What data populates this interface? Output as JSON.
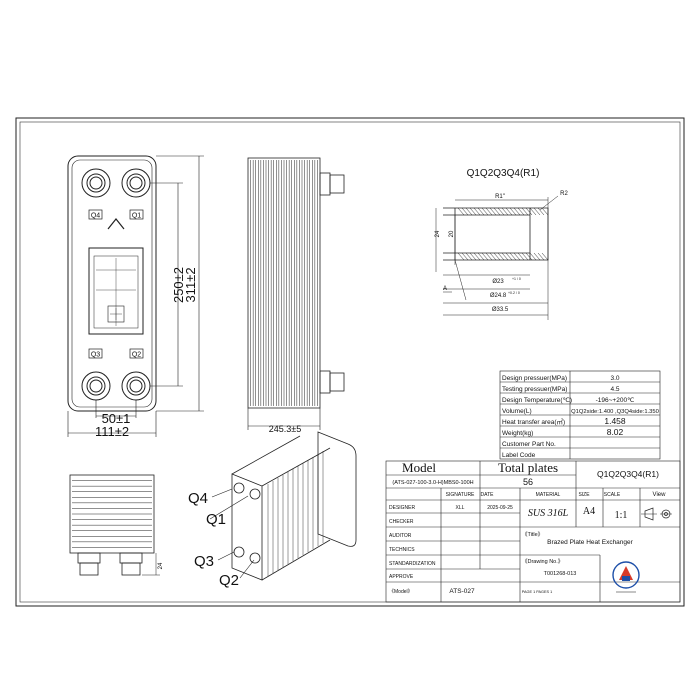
{
  "front_view": {
    "port_labels": [
      "Q4",
      "Q1",
      "Q3",
      "Q2"
    ],
    "dim_height_inner": "250±2",
    "dim_height_outer": "311±2",
    "dim_width_inner": "50±1",
    "dim_width_outer": "111±2"
  },
  "side_view": {
    "dim_length": "245.3±5"
  },
  "bottom_view": {
    "dim_24": "24"
  },
  "iso_view": {
    "labels": [
      "Q4",
      "Q1",
      "Q3",
      "Q2"
    ]
  },
  "detail": {
    "title": "Q1Q2Q3Q4(R1)",
    "r1": "R1\"",
    "r2": "R2",
    "d24": "24",
    "d20": "20",
    "d23": "Ø23",
    "d23_tol": "+1 / 0",
    "d24b": "Ø24.8",
    "d24b_tol": "+0.2 / 0",
    "d33": "Ø33.5",
    "a": "A"
  },
  "spec_table": [
    {
      "label": "Design pressuer(MPa)",
      "value": "3.0"
    },
    {
      "label": "Testing pressuer(MPa)",
      "value": "4.5"
    },
    {
      "label": "Design Temperature(℃)",
      "value": "-196~+200℃"
    },
    {
      "label": "Volume(L)",
      "value": "Q1Q2side:1.400 ,Q3Q4side:1.350"
    },
    {
      "label": "Heat transfer area(㎡)",
      "value": "1.458"
    },
    {
      "label": "Weight(kg)",
      "value": "8.02"
    },
    {
      "label": "Customer Part No.",
      "value": ""
    },
    {
      "label": "Label Code",
      "value": ""
    }
  ],
  "title_block": {
    "model_header": "Model",
    "total_plates_header": "Total plates",
    "model_value": "(ATS-027-100-3.0-H)MBS0-100H",
    "total_plates_value": "56",
    "ports_label": "Q1Q2Q3Q4(R1)",
    "signature_header": "SIGNATURE",
    "date_header": "DATE",
    "material_header": "MATERIAL",
    "size_header": "SIZE",
    "scale_header": "SCALE",
    "view_header": "View",
    "designer": "DESIGNER",
    "designer_sig": "XLL",
    "designer_date": "2025-09-25",
    "material": "SUS 316L",
    "size": "A4",
    "scale": "1:1",
    "checker": "CHECKER",
    "auditor": "AUDITOR",
    "technics": "TECHNICS",
    "standardization": "STANDARDIZATION",
    "approve": "APPROVE",
    "title_tag": "《Title》",
    "title_value": "Brazed Plate Heat Exchanger",
    "drawing_no_tag": "《Drawing No.》",
    "drawing_no": "T001268-013",
    "model_tag": "《Model》",
    "model_short": "ATS-027",
    "page": "PAGE 1 PAGES 1"
  }
}
